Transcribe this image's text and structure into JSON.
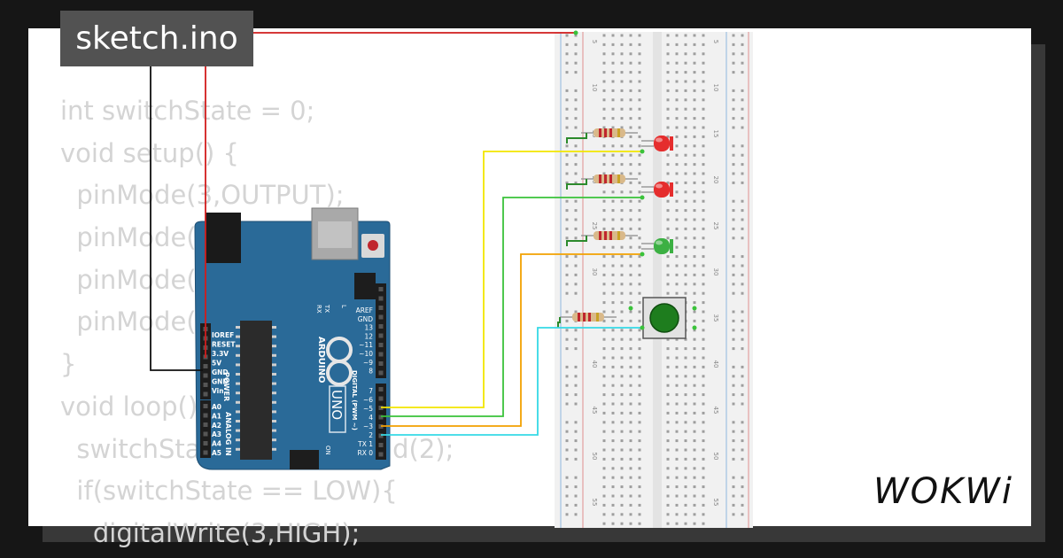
{
  "title": "sketch.ino",
  "code_lines": [
    "int switchState = 0;",
    "void setup() {",
    "  pinMode(3,OUTPUT);",
    "  pinMode(4,OUTPUT);",
    "  pinMode(5,OUTPUT);",
    "  pinMode(2,INPUT);",
    "}",
    "void loop() {",
    "  switchState = digitalRead(2);",
    "  if(switchState == LOW){",
    "    digitalWrite(3,HIGH);"
  ],
  "board": {
    "brand": "ARDUINO",
    "model": "UNO",
    "power_header_title": "POWER",
    "analog_header_title": "ANALOG IN",
    "digital_header_title": "DIGITAL (PWM ~)",
    "on_label": "ON",
    "l_label": "L",
    "tx_label": "TX",
    "rx_label": "RX",
    "power_pins": [
      "IOREF",
      "RESET",
      "3.3V",
      "5V",
      "GND",
      "GND",
      "Vin"
    ],
    "analog_pins": [
      "A0",
      "A1",
      "A2",
      "A3",
      "A4",
      "A5"
    ],
    "digital_pins_top": [
      "AREF",
      "GND",
      "13",
      "12",
      "~11",
      "~10",
      "~9",
      "8"
    ],
    "digital_pins_bottom": [
      "7",
      "~6",
      "~5",
      "4",
      "~3",
      "2",
      "TX 1",
      "RX 0"
    ]
  },
  "breadboard": {
    "row_numbers": [
      "5",
      "10",
      "15",
      "20",
      "25",
      "30",
      "35",
      "40",
      "45",
      "50",
      "55"
    ]
  },
  "components": {
    "led_colors": [
      "#e52d2d",
      "#e52d2d",
      "#3cb043"
    ],
    "button_color": "#1e7d1e",
    "wire_colors": {
      "power": "#d11c1c",
      "ground": "#111111",
      "pin5": "#f2e600",
      "pin4": "#3ac23a",
      "pin3": "#f2a100",
      "pin2": "#35d9e6"
    }
  },
  "brand_logo": "WOKWi",
  "colors": {
    "background": "#161616",
    "card": "#ffffff",
    "title_bg": "#525252",
    "code_text": "#d4d4d4",
    "board": "#2a6a98"
  }
}
